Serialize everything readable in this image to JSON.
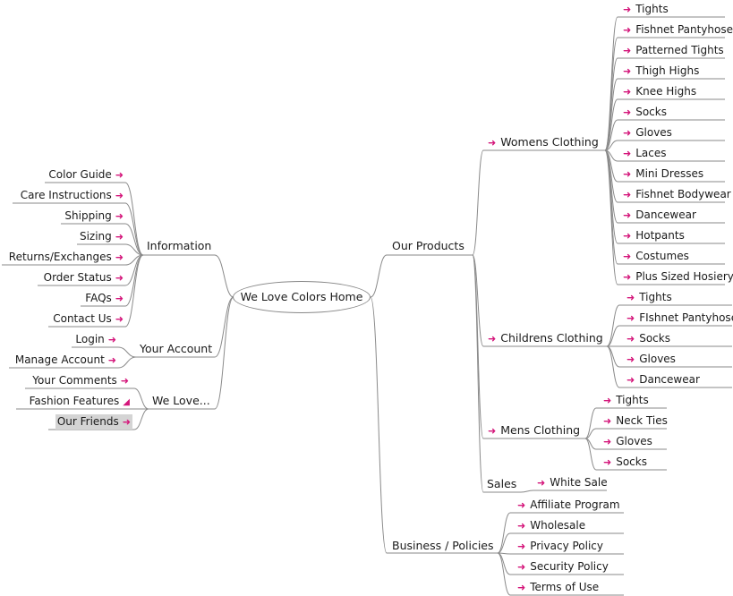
{
  "root": "We Love Colors Home",
  "left": {
    "information": {
      "label": "Information",
      "items": [
        "Color Guide",
        "Care Instructions",
        "Shipping",
        "Sizing",
        "Returns/Exchanges",
        "Order Status",
        "FAQs",
        "Contact Us"
      ]
    },
    "account": {
      "label": "Your Account",
      "items": [
        "Login",
        "Manage Account"
      ]
    },
    "welove": {
      "label": "We Love...",
      "items": [
        "Your Comments",
        "Fashion Features",
        "Our Friends"
      ]
    }
  },
  "right": {
    "products": {
      "label": "Our Products",
      "womens": {
        "label": "Womens Clothing",
        "items": [
          "Tights",
          "Fishnet Pantyhose",
          "Patterned Tights",
          "Thigh Highs",
          "Knee Highs",
          "Socks",
          "Gloves",
          "Laces",
          "Mini Dresses",
          "Fishnet Bodywear",
          "Dancewear",
          "Hotpants",
          "Costumes",
          "Plus Sized Hosiery"
        ]
      },
      "childrens": {
        "label": "Childrens Clothing",
        "items": [
          "Tights",
          "FIshnet Pantyhose",
          "Socks",
          "Gloves",
          "Dancewear"
        ]
      },
      "mens": {
        "label": "Mens Clothing",
        "items": [
          "Tights",
          "Neck Ties",
          "Gloves",
          "Socks"
        ]
      },
      "sales": {
        "label": "Sales",
        "items": [
          "White Sale"
        ]
      }
    },
    "business": {
      "label": "Business / Policies",
      "items": [
        "Affiliate Program",
        "Wholesale",
        "Privacy Policy",
        "Security Policy",
        "Terms of Use"
      ]
    }
  },
  "colors": {
    "accent": "#d4157a",
    "line": "#8a8a8a",
    "selected": "#d4d4d4"
  },
  "icons": {
    "link_arrow": "→",
    "external_link": "◢"
  }
}
